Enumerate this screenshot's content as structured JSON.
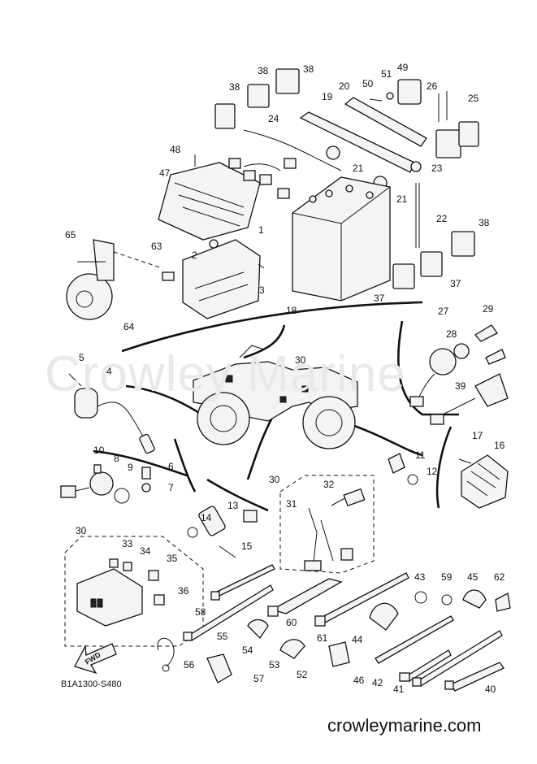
{
  "watermark": "Crowley Marine",
  "diagram_code": "B1A1300-S480",
  "site_name": "crowleymarine.com",
  "fwd_label": "FWD",
  "callouts": [
    "1",
    "2",
    "3",
    "4",
    "5",
    "6",
    "7",
    "8",
    "9",
    "10",
    "11",
    "12",
    "13",
    "14",
    "15",
    "16",
    "17",
    "18",
    "19",
    "20",
    "21",
    "21",
    "22",
    "23",
    "24",
    "25",
    "26",
    "27",
    "28",
    "29",
    "30",
    "30",
    "30",
    "31",
    "32",
    "33",
    "34",
    "35",
    "36",
    "37",
    "37",
    "38",
    "38",
    "38",
    "38",
    "39",
    "40",
    "41",
    "42",
    "43",
    "44",
    "45",
    "46",
    "47",
    "48",
    "49",
    "50",
    "51",
    "52",
    "53",
    "54",
    "55",
    "56",
    "57",
    "58",
    "59",
    "60",
    "61",
    "62",
    "63",
    "64",
    "65"
  ]
}
